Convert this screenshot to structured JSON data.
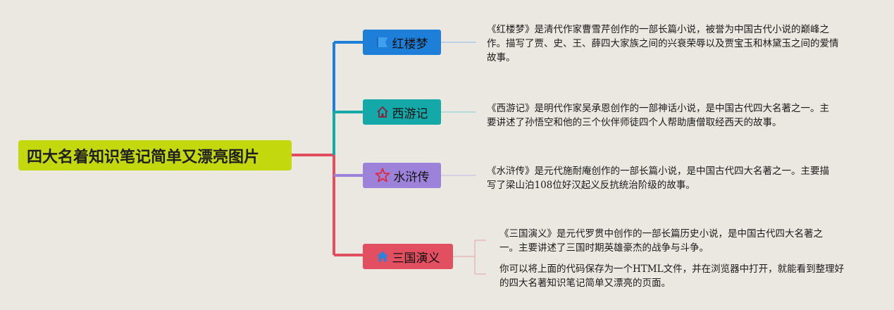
{
  "root": {
    "title": "四大名着知识笔记简单又漂亮图片"
  },
  "branches": [
    {
      "label": "红楼梦",
      "icon": "flag-icon",
      "color": "#1e7fd8",
      "description": "《红楼梦》是清代作家曹雪芹创作的一部长篇小说，被誉为中国古代小说的巅峰之作。描写了贾、史、王、薛四大家族之间的兴衰荣辱以及贾宝玉和林黛玉之间的爱情故事。"
    },
    {
      "label": "西游记",
      "icon": "house-icon",
      "color": "#15a8a9",
      "description": "《西游记》是明代作家吴承恩创作的一部神话小说，是中国古代四大名著之一。主要讲述了孙悟空和他的三个伙伴师徒四个人帮助唐僧取经西天的故事。"
    },
    {
      "label": "水浒传",
      "icon": "star-icon",
      "color": "#9c82d9",
      "description": "《水浒传》是元代施耐庵创作的一部长篇小说，是中国古代四大名著之一。主要描写了梁山泊108位好汉起义反抗统治阶级的故事。"
    },
    {
      "label": "三国演义",
      "icon": "home-icon",
      "color": "#e14f60",
      "description": "《三国演义》是元代罗贯中创作的一部长篇历史小说，是中国古代四大名著之一。主要讲述了三国时期英雄豪杰的战争与斗争。",
      "note": "你可以将上面的代码保存为一个HTML文件，并在浏览器中打开，就能看到整理好的四大名著知识笔记简单又漂亮的页面。"
    }
  ]
}
